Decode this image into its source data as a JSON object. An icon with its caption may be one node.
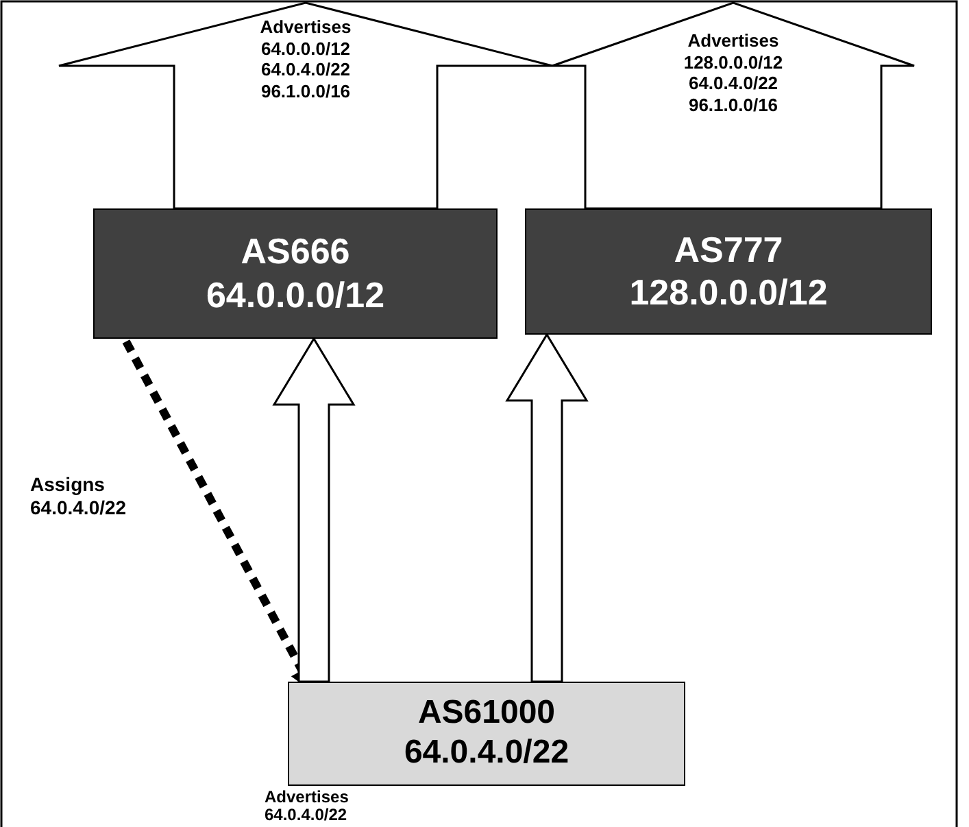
{
  "diagram": {
    "nodes": [
      {
        "text": [
          "AS666",
          "64.0.0.0/12"
        ]
      },
      {
        "text": [
          "AS777",
          "128.0.0.0/12"
        ]
      },
      {
        "text": [
          "AS61000",
          "64.0.4.0/22"
        ],
        "beside": [
          "Advertises 64.0.4.0/22"
        ]
      }
    ],
    "edges": [
      {
        "from": 0,
        "to": null,
        "arrow": "to",
        "label": "Advertises 64.0.0.0/12 64.0.4.0/22 96.1.0.0/16",
        "style": "thick"
      },
      {
        "from": 1,
        "to": null,
        "arrow": "to",
        "label": "Advertises 128.0.0.0/12 64.0.4.0/22 96.1.0.0/16",
        "style": "thick"
      },
      {
        "from": 0,
        "to": 2,
        "arrow": "to",
        "label": "Assigns 64.0.4.0/22",
        "style": "dashed"
      },
      {
        "from": 2,
        "to": 0,
        "arrow": "to",
        "style": "thick"
      },
      {
        "from": 2,
        "to": 1,
        "arrow": "to",
        "style": "thick"
      }
    ]
  }
}
